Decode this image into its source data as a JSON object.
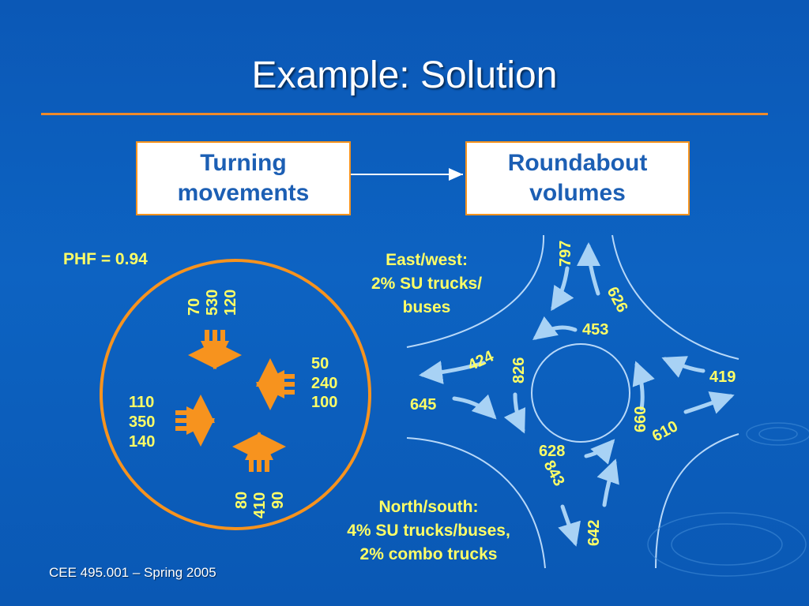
{
  "title": "Example:  Solution",
  "boxes": {
    "left": [
      "Turning",
      "movements"
    ],
    "right": [
      "Roundabout",
      "volumes"
    ]
  },
  "phf": "PHF = 0.94",
  "east_west_note": [
    "East/west:",
    "2% SU trucks/",
    "buses"
  ],
  "north_south_note": [
    "North/south:",
    "4% SU trucks/buses,",
    "2% combo trucks"
  ],
  "footer": "CEE 495.001 – Spring 2005",
  "turning_movements": {
    "north": [
      "70",
      "530",
      "120"
    ],
    "east": [
      "50",
      "240",
      "100"
    ],
    "west": [
      "110",
      "350",
      "140"
    ],
    "south": [
      "80",
      "410",
      "90"
    ]
  },
  "roundabout_volumes": {
    "n_exit": "797",
    "n_entry": "626",
    "circ_ne": "453",
    "circ_nw_exit": "424",
    "circ_w": "826",
    "w_entry": "645",
    "e_entry": "419",
    "circ_e": "660",
    "e_exit": "610",
    "circ_s": "628",
    "s_entry": "843",
    "s_exit": "642"
  },
  "colors": {
    "background": "#0d63c2",
    "accent": "#f7931e",
    "text_highlight": "#ffff66",
    "box_text": "#1c5fb4",
    "road_line": "#b8d8f8"
  }
}
